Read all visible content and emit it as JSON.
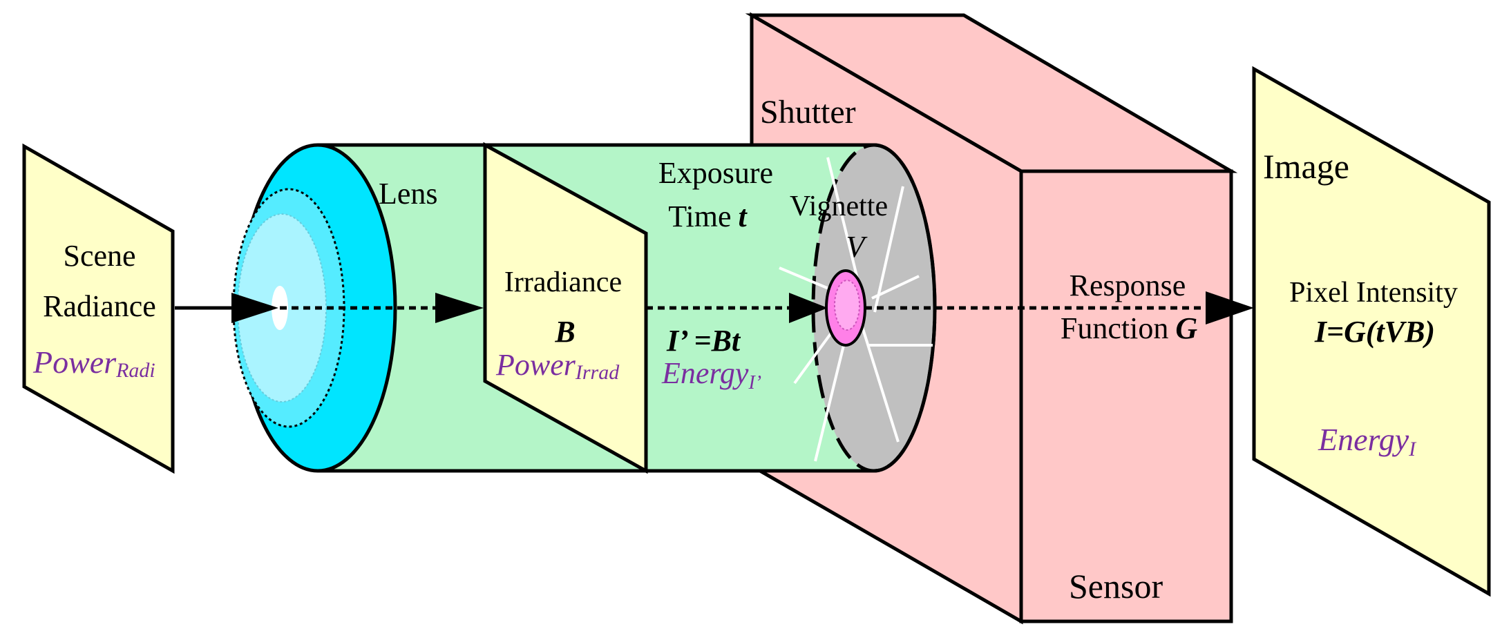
{
  "colors": {
    "panel_yellow": "#ffffc8",
    "cylinder_green": "#b4f5c8",
    "lens_cyan": "#00e5ff",
    "lens_inner": "#aaf4ff",
    "sensor_pink": "#ffc8c8",
    "shutter_gray": "#c0c0c0",
    "vignette_magenta": "#ff80e8",
    "purple_text": "#7a2ea0"
  },
  "labels": {
    "scene_line1": "Scene",
    "scene_line2": "Radiance",
    "scene_power": "Power",
    "scene_power_sub": "Radi",
    "lens": "Lens",
    "irradiance": "Irradiance",
    "irradiance_symbol": "B",
    "irradiance_power": "Power",
    "irradiance_power_sub": "Irrad",
    "exposure_line1": "Exposure",
    "exposure_line2": "Time",
    "exposure_symbol": "t",
    "exposure_formula": "I’ =Bt",
    "exposure_energy": "Energy",
    "exposure_energy_sub": "I’",
    "vignette": "Vignette",
    "vignette_symbol": "V",
    "shutter": "Shutter",
    "response_line1": "Response",
    "response_line2": "Function",
    "response_symbol": "G",
    "sensor": "Sensor",
    "image": "Image",
    "pixel_intensity": "Pixel Intensity",
    "pixel_formula": "I=G(tVB)",
    "image_energy": "Energy",
    "image_energy_sub": "I"
  }
}
